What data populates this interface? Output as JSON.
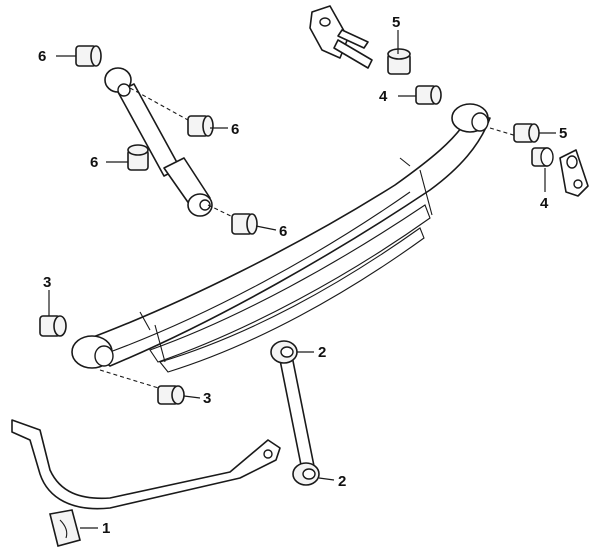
{
  "callouts": [
    {
      "id": "c1",
      "number": "1"
    },
    {
      "id": "c2a",
      "number": "2"
    },
    {
      "id": "c2b",
      "number": "2"
    },
    {
      "id": "c3a",
      "number": "3"
    },
    {
      "id": "c3b",
      "number": "3"
    },
    {
      "id": "c4a",
      "number": "4"
    },
    {
      "id": "c4b",
      "number": "4"
    },
    {
      "id": "c5a",
      "number": "5"
    },
    {
      "id": "c5b",
      "number": "5"
    },
    {
      "id": "c6a",
      "number": "6"
    },
    {
      "id": "c6b",
      "number": "6"
    },
    {
      "id": "c6c",
      "number": "6"
    },
    {
      "id": "c6d",
      "number": "6"
    }
  ]
}
